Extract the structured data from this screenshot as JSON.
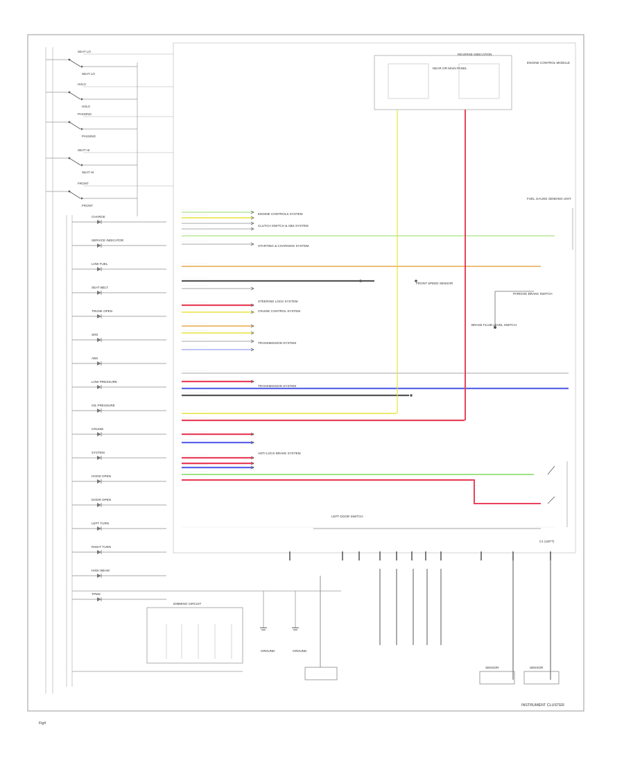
{
  "diagram": {
    "page_label": "Fig#",
    "cluster_label": "INSTRUMENT CLUSTER",
    "connector_label": "C1 (LEFT)",
    "colors": {
      "yellow": "#e8e23a",
      "red": "#e8405a",
      "green": "#7edc5a",
      "blue": "#5a64e8",
      "orange": "#e8a848",
      "gray": "#555555",
      "thin": "#888888",
      "lightgreen": "#b6e89a",
      "lightblue": "#aab0f0"
    },
    "switches": [
      {
        "label": "SEAT LO"
      },
      {
        "label": "HI/LO"
      },
      {
        "label": "PASSING"
      },
      {
        "label": "SEAT HI"
      },
      {
        "label": "FRONT"
      }
    ],
    "left_indicators": [
      {
        "label": "CHARGE"
      },
      {
        "label": "SERVICE INDICATOR"
      },
      {
        "label": "LOW FUEL"
      },
      {
        "label": "SEAT BELT"
      },
      {
        "label": "TRUNK OPEN"
      },
      {
        "label": "SRS"
      },
      {
        "label": "ABS"
      },
      {
        "label": "LOW PRESSURE"
      },
      {
        "label": "OIL PRESSURE"
      },
      {
        "label": "CRUISE"
      },
      {
        "label": "SYSTEM"
      },
      {
        "label": "HOOD OPEN"
      },
      {
        "label": "DOOR OPEN"
      },
      {
        "label": "LEFT TURN"
      },
      {
        "label": "RIGHT TURN"
      },
      {
        "label": "HIGH BEAM"
      },
      {
        "label": "TPMS"
      }
    ],
    "top_module": {
      "label": "ENGINE CONTROL MODULE",
      "left_box": "NEAR OR MAIN PANEL",
      "right_box": "REVERSE INDICATION"
    },
    "systems": [
      {
        "label": "ENGINE CONTROLS SYSTEM"
      },
      {
        "label": "CLUTCH SWITCH & ABS SYSTEM"
      },
      {
        "label": "STARTING & CHARGING SYSTEM"
      },
      {
        "label": "STEERING LOCK SYSTEM"
      },
      {
        "label": "CRUISE CONTROL SYSTEM"
      },
      {
        "label": "TRANSMISSION SYSTEM"
      },
      {
        "label": "TRANSMISSION SYSTEM"
      },
      {
        "label": "ANTI-LOCK BRAKE SYSTEM"
      }
    ],
    "right_components": [
      {
        "label": "FUEL GAUGE SENDING UNIT"
      },
      {
        "label": "FRONT SPEED SENSOR"
      },
      {
        "label": "PARKING BRAKE SWITCH"
      },
      {
        "label": "BRAKE FLUID LEVEL SWITCH"
      },
      {
        "label": "LEFT DOOR SWITCH"
      }
    ],
    "bottom_components": [
      {
        "label": "DIMMING CIRCUIT"
      },
      {
        "label": "GROUND"
      },
      {
        "label": "GROUND"
      },
      {
        "label": "SENSOR"
      },
      {
        "label": "SENSOR"
      }
    ]
  }
}
